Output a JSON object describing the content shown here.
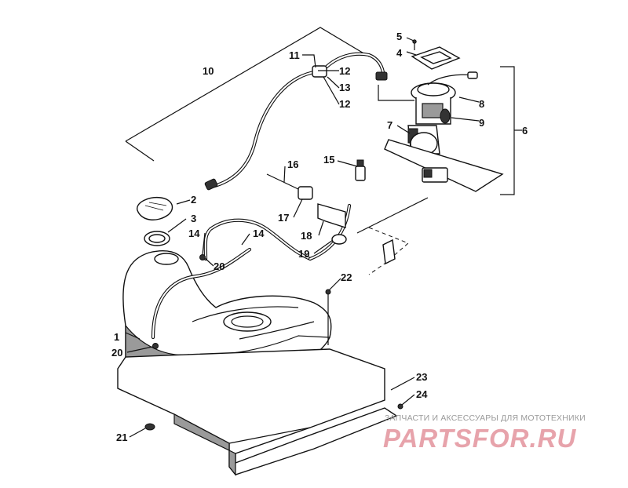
{
  "diagram": {
    "callouts": [
      "1",
      "2",
      "3",
      "4",
      "5",
      "6",
      "7",
      "8",
      "9",
      "10",
      "11",
      "12",
      "13",
      "12",
      "14",
      "14",
      "15",
      "16",
      "17",
      "18",
      "19",
      "20",
      "20",
      "21",
      "22",
      "23",
      "24"
    ]
  },
  "watermark": {
    "tagline": "ЗАПЧАСТИ И АКСЕССУАРЫ ДЛЯ МОТОТЕХНИКИ",
    "logo": "PARTSFOR.RU"
  }
}
